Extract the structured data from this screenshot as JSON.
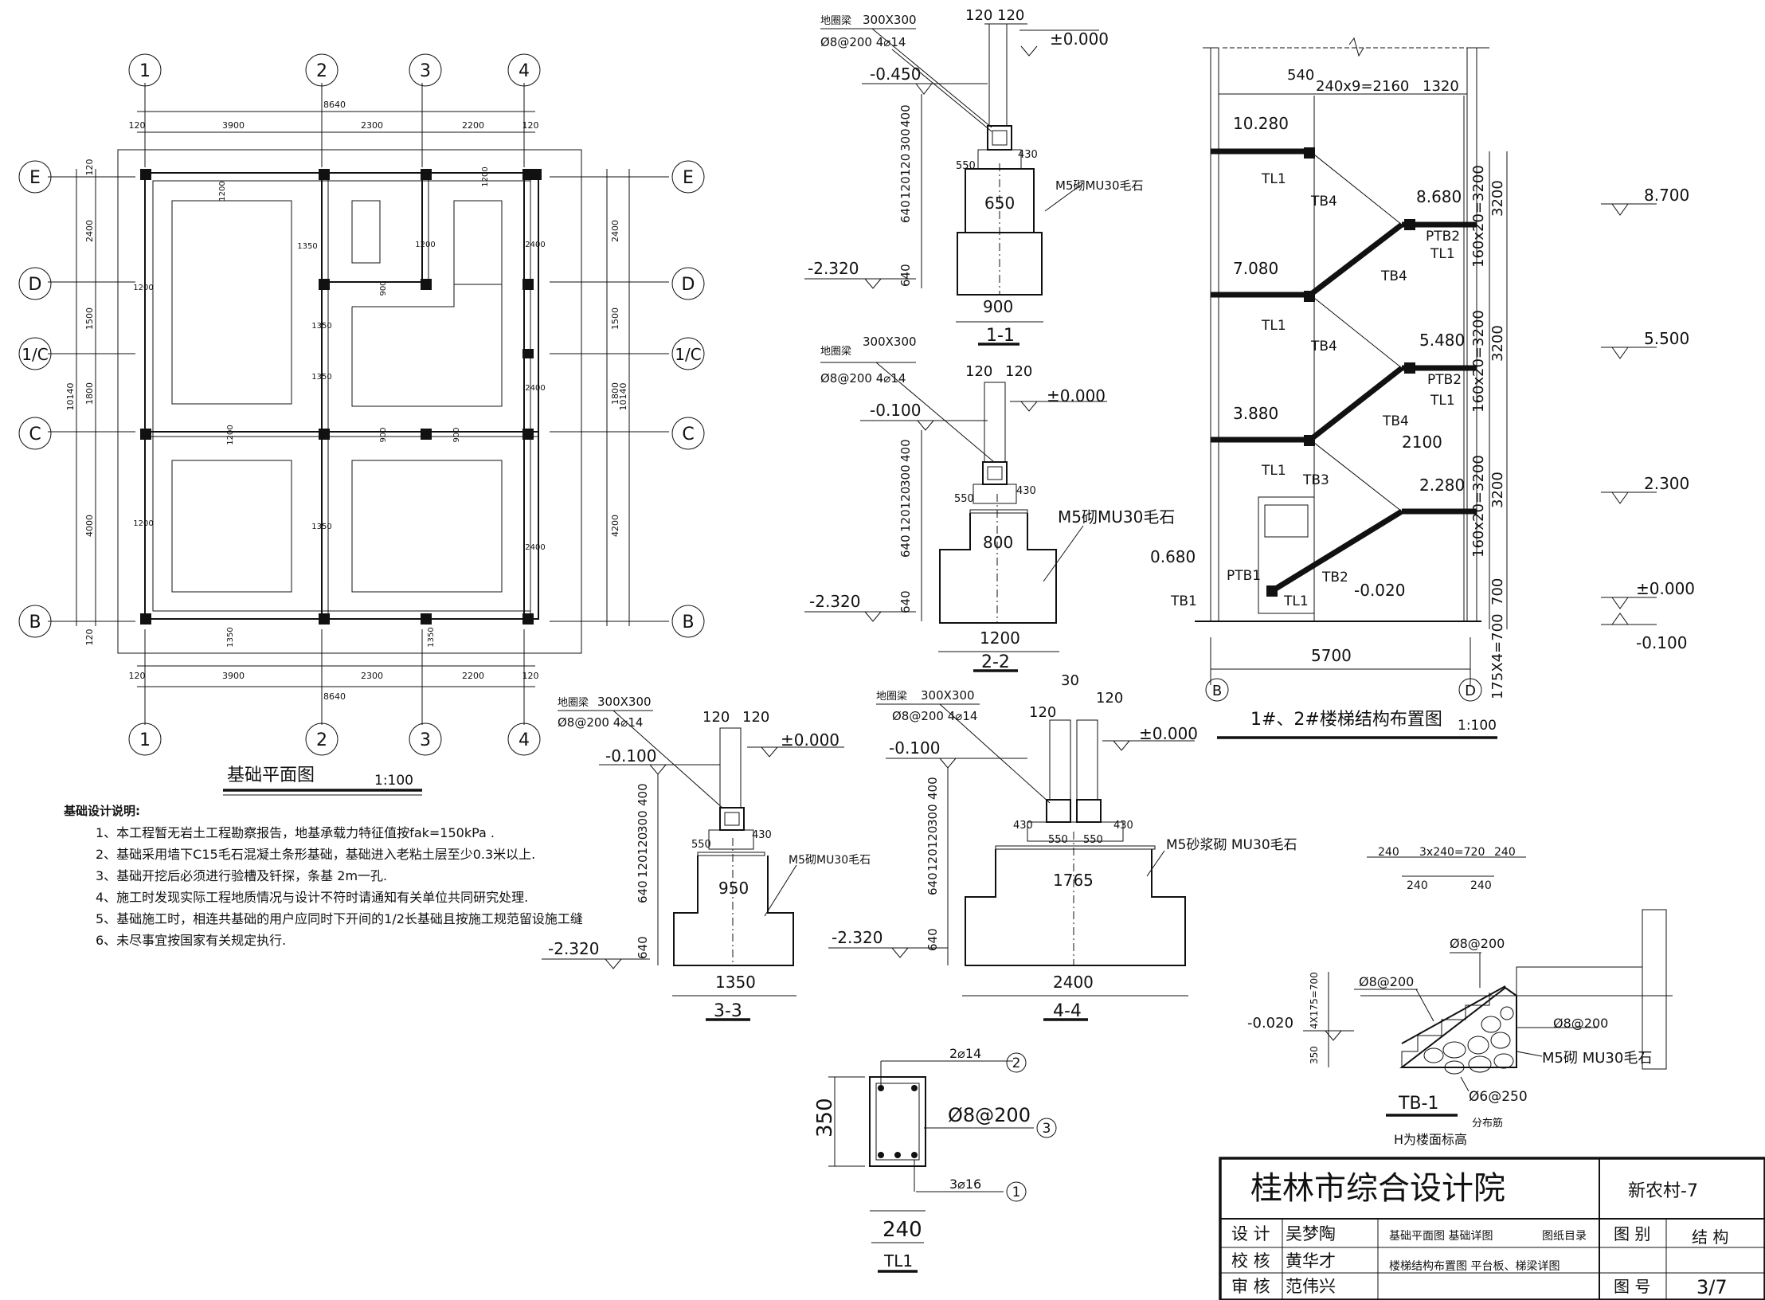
{
  "foundation_plan": {
    "axes_x": [
      "1",
      "2",
      "3",
      "4"
    ],
    "axes_y": [
      "E",
      "D",
      "1/C",
      "C",
      "B"
    ],
    "dims_x": [
      "120",
      "3900",
      "2300",
      "2200",
      "120"
    ],
    "total_x": "8640",
    "dims_y_left": [
      "120",
      "2400",
      "1500",
      "1800",
      "4000",
      "120"
    ],
    "dims_y_right": [
      "2400",
      "1500",
      "1800",
      "4200"
    ],
    "total_y": "10140",
    "inner_dims": [
      "1350",
      "1200",
      "900",
      "1200",
      "2400",
      "4",
      "1",
      "2",
      "3"
    ],
    "title": "基础平面图",
    "scale": "1:100"
  },
  "notes": {
    "title": "基础设计说明:",
    "items": [
      "1、本工程暂无岩土工程勘察报告，地基承载力特征值按fak=150kPa .",
      "2、基础采用墙下C15毛石混凝土条形基础，基础进入老粘土层至少0.3米以上.",
      "3、基础开挖后必须进行验槽及钎探，条基 2m一孔.",
      "4、施工时发现实际工程地质情况与设计不符时请通知有关单位共同研究处理.",
      "5、基础施工时，相连共基础的用户应同时下开间的1/2长基础且按施工规范留设施工缝",
      "6、未尽事宜按国家有关规定执行."
    ]
  },
  "section_1": {
    "name": "1-1",
    "beam": "地圈梁",
    "beam_size": "300X300",
    "rebar": "Ø8@200  4⌀14",
    "top_dims": [
      "120",
      "120"
    ],
    "elev_top": "±0.000",
    "elev_beam": "-0.450",
    "elev_bottom": "-2.320",
    "vdims": [
      "400",
      "300",
      "120120",
      "640",
      "640"
    ],
    "widths": [
      "430",
      "550",
      "650",
      "900"
    ],
    "material": "M5砌MU30毛石"
  },
  "section_2": {
    "name": "2-2",
    "beam": "地圈梁",
    "beam_size": "300X300",
    "rebar": "Ø8@200  4⌀14",
    "top_dims": [
      "120",
      "120"
    ],
    "elev_top": "±0.000",
    "elev_beam": "-0.100",
    "elev_bottom": "-2.320",
    "vdims": [
      "400",
      "300",
      "120120",
      "640",
      "640"
    ],
    "widths": [
      "430",
      "550",
      "800",
      "1200"
    ],
    "material": "M5砌MU30毛石"
  },
  "section_3": {
    "name": "3-3",
    "beam": "地圈梁",
    "beam_size": "300X300",
    "rebar": "Ø8@200  4⌀14",
    "top_dims": [
      "120",
      "120"
    ],
    "elev_top": "±0.000",
    "elev_beam": "-0.100",
    "elev_bottom": "-2.320",
    "vdims": [
      "400",
      "300",
      "120120",
      "640",
      "640"
    ],
    "widths": [
      "430",
      "550",
      "950",
      "1350"
    ],
    "material": "M5砌MU30毛石"
  },
  "section_4": {
    "name": "4-4",
    "beam": "地圈梁",
    "beam_size": "300X300",
    "rebar": "Ø8@200  4⌀14",
    "top_dims": [
      "30",
      "120",
      "120"
    ],
    "elev_top": "±0.000",
    "elev_beam": "-0.100",
    "elev_bottom": "-2.320",
    "vdims": [
      "400",
      "300",
      "120120",
      "640",
      "640"
    ],
    "widths": [
      "430",
      "430",
      "550",
      "550",
      "1765",
      "2400"
    ],
    "material": "M5砂浆砌 MU30毛石"
  },
  "stair": {
    "title": "1#、2#楼梯结构布置图",
    "scale": "1:100",
    "top_dims": [
      "540",
      "240x9=2160",
      "1320"
    ],
    "levels": [
      "10.280",
      "8.680",
      "7.080",
      "5.480",
      "3.880",
      "2.280",
      "0.680",
      "-0.020"
    ],
    "right_levels": [
      "8.700",
      "5.500",
      "2.300",
      "±0.000",
      "-0.100"
    ],
    "right_dims": [
      "160x20=3200",
      "3200",
      "160x20=3200",
      "3200",
      "160x20=3200",
      "3200",
      "700",
      "175X4=700"
    ],
    "labels": [
      "TL1",
      "TB4",
      "PTB2",
      "TL1",
      "TB4",
      "TL1",
      "TB4",
      "PTB2",
      "TL1",
      "TL1",
      "TB4",
      "TB3",
      "TB2",
      "PTB1",
      "TB1",
      "TL1"
    ],
    "dim_2100": "2100",
    "dim_bottom": "5700",
    "axes": [
      "B",
      "D"
    ]
  },
  "tb1": {
    "name": "TB-1",
    "top_dims": [
      "240",
      "3x240=720",
      "240"
    ],
    "sub_dims": [
      "240",
      "240"
    ],
    "rebar_top": "Ø8@200",
    "rebar_left": "Ø8@200",
    "rebar_right": "Ø8@200",
    "vdim": "4X175=700",
    "vdim2": "350",
    "elev": "-0.020",
    "material": "M5砌 MU30毛石",
    "dist": "Ø6@250",
    "dist_label": "分布筋",
    "note": "H为楼面标高"
  },
  "tl1": {
    "name": "TL1",
    "height": "350",
    "width": "240",
    "top_bar": "2⌀14",
    "stirrup": "Ø8@200",
    "bottom_bar": "3⌀16",
    "marks": [
      "2",
      "3",
      "1"
    ]
  },
  "title_block": {
    "institute": "桂林市综合设计院",
    "project": "新农村-7",
    "roles": [
      "设  计",
      "校  核",
      "审  核"
    ],
    "names": [
      "吴梦陶",
      "黄华才",
      "范伟兴"
    ],
    "contents": [
      "基础平面图  基础详图",
      "图纸目录",
      "楼梯结构布置图  平台板、梯梁详图"
    ],
    "category_label": "图  别",
    "category": "结  构",
    "number_label": "图  号",
    "number": "3/7"
  }
}
